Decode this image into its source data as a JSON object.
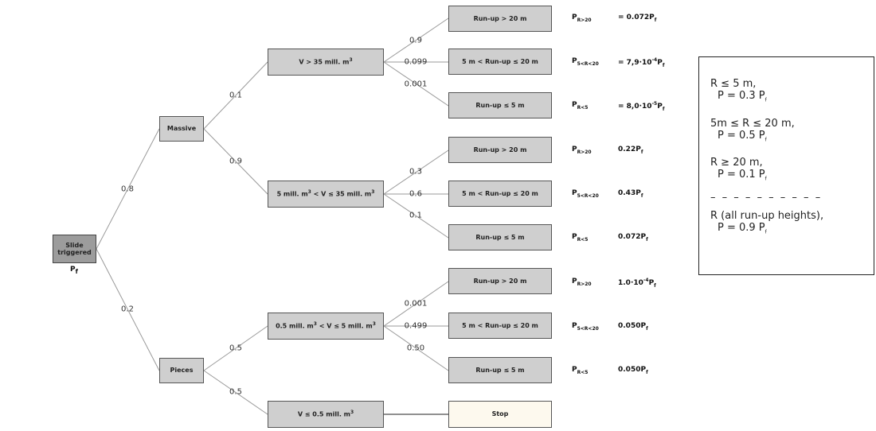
{
  "nodes": {
    "root": {
      "label": "Slide triggered",
      "p": "P",
      "p_sub": "f"
    },
    "massive": {
      "label": "Massive"
    },
    "pieces": {
      "label": "Pieces"
    },
    "v_gt35": {
      "label": "V > 35 mill. m",
      "sup": "3"
    },
    "v_5_35": {
      "label_a": "5 mill. m",
      "sup_a": "3",
      "label_b": " < V ≤ 35 mill. m",
      "sup_b": "3"
    },
    "v_05_5": {
      "label_a": "0.5 mill. m",
      "sup_a": "3",
      "label_b": " < V ≤ 5 mill. m",
      "sup_b": "3"
    },
    "v_le05": {
      "label": "V ≤ 0.5 mill. m",
      "sup": "3"
    },
    "stop": {
      "label": "Stop"
    },
    "runup_gt20": {
      "label": "Run-up > 20 m"
    },
    "runup_mid": {
      "label": "5 m < Run-up ≤ 20 m"
    },
    "runup_le5": {
      "label": "Run-up ≤ 5 m"
    }
  },
  "probabilities": {
    "massive": "0.8",
    "pieces": "0.2",
    "m_gt35": "0.1",
    "m_5_35": "0.9",
    "p_05_5": "0.5",
    "p_le05": "0.5",
    "a_gt20": "0.9",
    "a_mid": "0.099",
    "a_le5": "0.001",
    "b_gt20": "0.3",
    "b_mid": "0.6",
    "b_le5": "0.1",
    "c_gt20": "0.001",
    "c_mid": "0.499",
    "c_le5": "0.50"
  },
  "results": {
    "a1": {
      "p": "P",
      "sub": "R>20",
      "val": "=   0.072P",
      "vsub": "f"
    },
    "a2": {
      "p": "P",
      "sub": "5<R<20",
      "val": "=   7,9·10",
      "vsup": "-4",
      "vend": "P",
      "vsub": "f"
    },
    "a3": {
      "p": "P",
      "sub": "R<5",
      "val": "=   8,0·10",
      "vsup": "-5",
      "vend": "P",
      "vsub": "f"
    },
    "b1": {
      "p": "P",
      "sub": "R>20",
      "val": "0.22P",
      "vsub": "f"
    },
    "b2": {
      "p": "P",
      "sub": "5<R<20",
      "val": "0.43P",
      "vsub": "f"
    },
    "b3": {
      "p": "P",
      "sub": "R<5",
      "val": "0.072P",
      "vsub": "f"
    },
    "c1": {
      "p": "P",
      "sub": "R>20",
      "val": "1.0·10",
      "vsup": "-4",
      "vend": "P",
      "vsub": "f"
    },
    "c2": {
      "p": "P",
      "sub": "5<R<20",
      "val": "0.050P",
      "vsub": "f"
    },
    "c3": {
      "p": "P",
      "sub": "R<5",
      "val": "0.050P",
      "vsub": "f"
    }
  },
  "legend": {
    "r_le5": "R ≤ 5 m,",
    "p_le5": "P = 0.3 P",
    "f": "f",
    "r_mid": "5m ≤ R ≤ 20 m,",
    "p_mid": "P = 0.5 P",
    "r_ge20": "R ≥ 20 m,",
    "p_ge20": "P = 0.1 P",
    "dashes": "– – – – – – – – – –",
    "r_all": "R (all run-up heights),",
    "p_all": "P = 0.9 P"
  }
}
